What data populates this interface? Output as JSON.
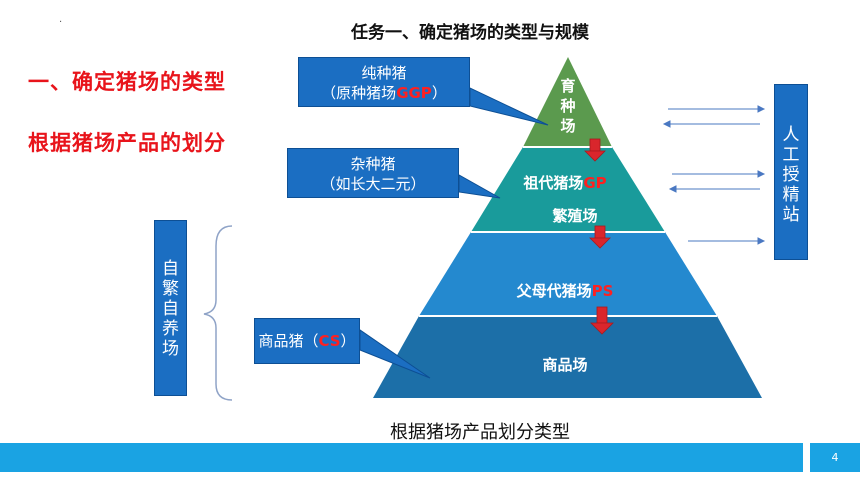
{
  "slide": {
    "title": "任务一、确定猪场的类型与规模",
    "dot": ".",
    "heading1": "一、确定猪场的类型",
    "heading2": "根据猪场产品的划分",
    "caption": "根据猪场产品划分类型",
    "page_number": "4"
  },
  "callouts": {
    "purebred_line1": "纯种猪",
    "purebred_line2_prefix": "（原种猪场",
    "purebred_line2_red": "GGP",
    "purebred_line2_suffix": "）",
    "crossbred_line1": "杂种猪",
    "crossbred_line2": "（如长大二元）",
    "commercial_prefix": "商品猪（",
    "commercial_red": "CS",
    "commercial_suffix": "）"
  },
  "pyramid": {
    "level1": [
      "育",
      "种",
      "场"
    ],
    "level2_prefix": "祖代猪场",
    "level2_red": "GP",
    "level2_line2": "繁殖场",
    "level3_prefix": "父母代猪场",
    "level3_red": "PS",
    "level4": "商品场",
    "colors": [
      "#5b9a4e",
      "#199b9b",
      "#2489cf",
      "#1c6fa8"
    ]
  },
  "side_boxes": {
    "left_chars": [
      "自",
      "繁",
      "自",
      "养",
      "场"
    ],
    "right_chars": [
      "人",
      "工",
      "授",
      "精",
      "站"
    ]
  }
}
